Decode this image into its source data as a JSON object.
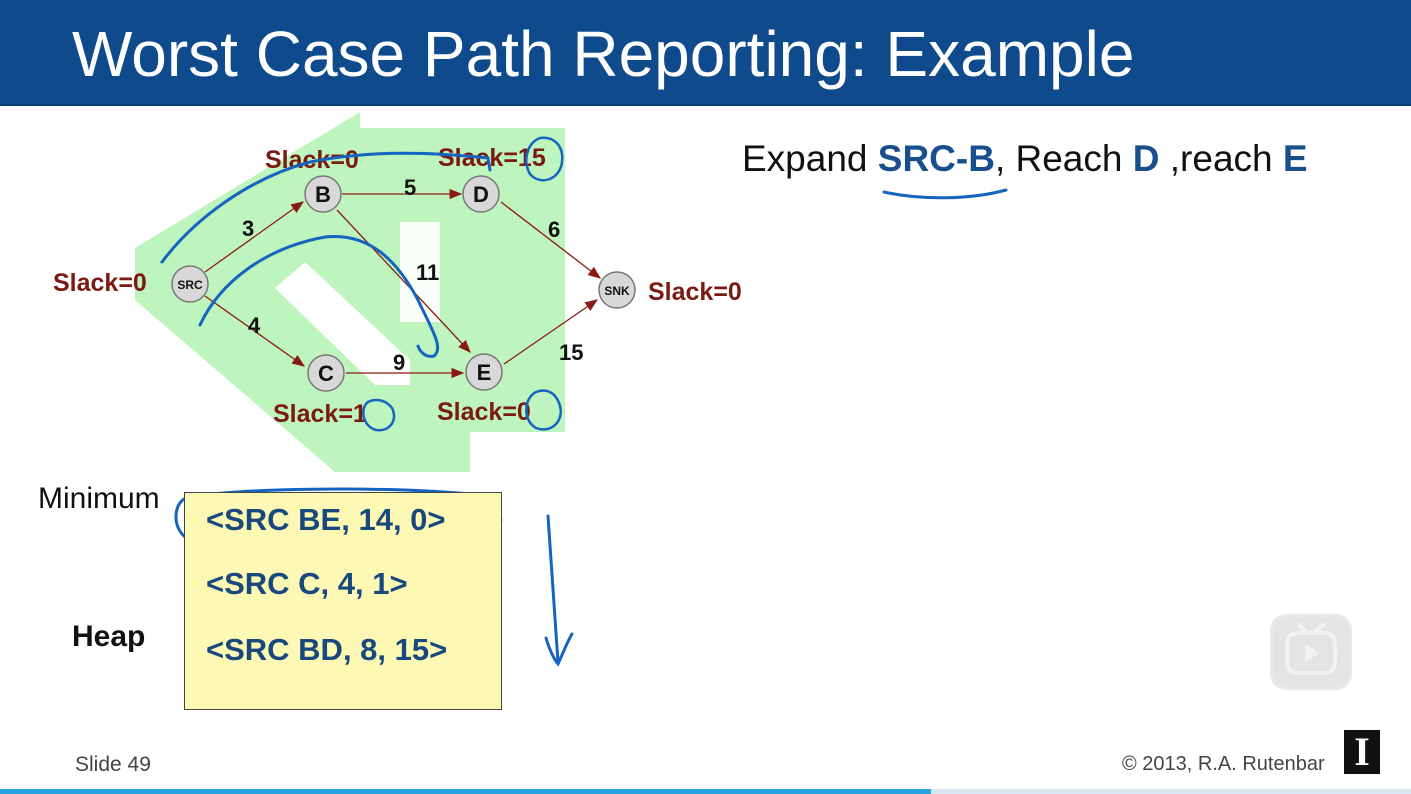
{
  "slide": {
    "title": "Worst Case Path Reporting: Example",
    "expand_line": {
      "prefix": "Expand ",
      "part1": "SRC-B",
      "mid1": ", Reach ",
      "part2": "D",
      "mid2": " ,reach ",
      "part3": "E"
    },
    "graph": {
      "nodes": {
        "src": "SRC",
        "b": "B",
        "c": "C",
        "d": "D",
        "e": "E",
        "snk": "SNK"
      },
      "edge_weights": {
        "src_b": "3",
        "src_c": "4",
        "b_d": "5",
        "b_e": "11",
        "c_e": "9",
        "d_snk": "6",
        "e_snk": "15"
      },
      "slack_labels": {
        "src": "Slack=0",
        "b": "Slack=0",
        "d": "Slack=15",
        "c": "Slack=1",
        "e": "Slack=0",
        "snk": "Slack=0"
      }
    },
    "heap": {
      "minimum_label": "Minimum",
      "heap_label": "Heap",
      "entries": [
        "<SRC BE, 14, 0>",
        "<SRC C, 4, 1>",
        "<SRC BD, 8, 15>"
      ]
    },
    "footer": {
      "slide_number": "Slide 49",
      "copyright": "© 2013, R.A. Rutenbar",
      "logo_letter": "I"
    }
  },
  "player": {
    "progress": 0.66
  },
  "colors": {
    "title_bg": "#0f4a8c",
    "slack_text": "#7a1a10",
    "highlight_text": "#1a4f8e",
    "ink": "#1565c0",
    "heap_bg": "#fdf8b4",
    "arrow_band": "#a8f0a8"
  }
}
